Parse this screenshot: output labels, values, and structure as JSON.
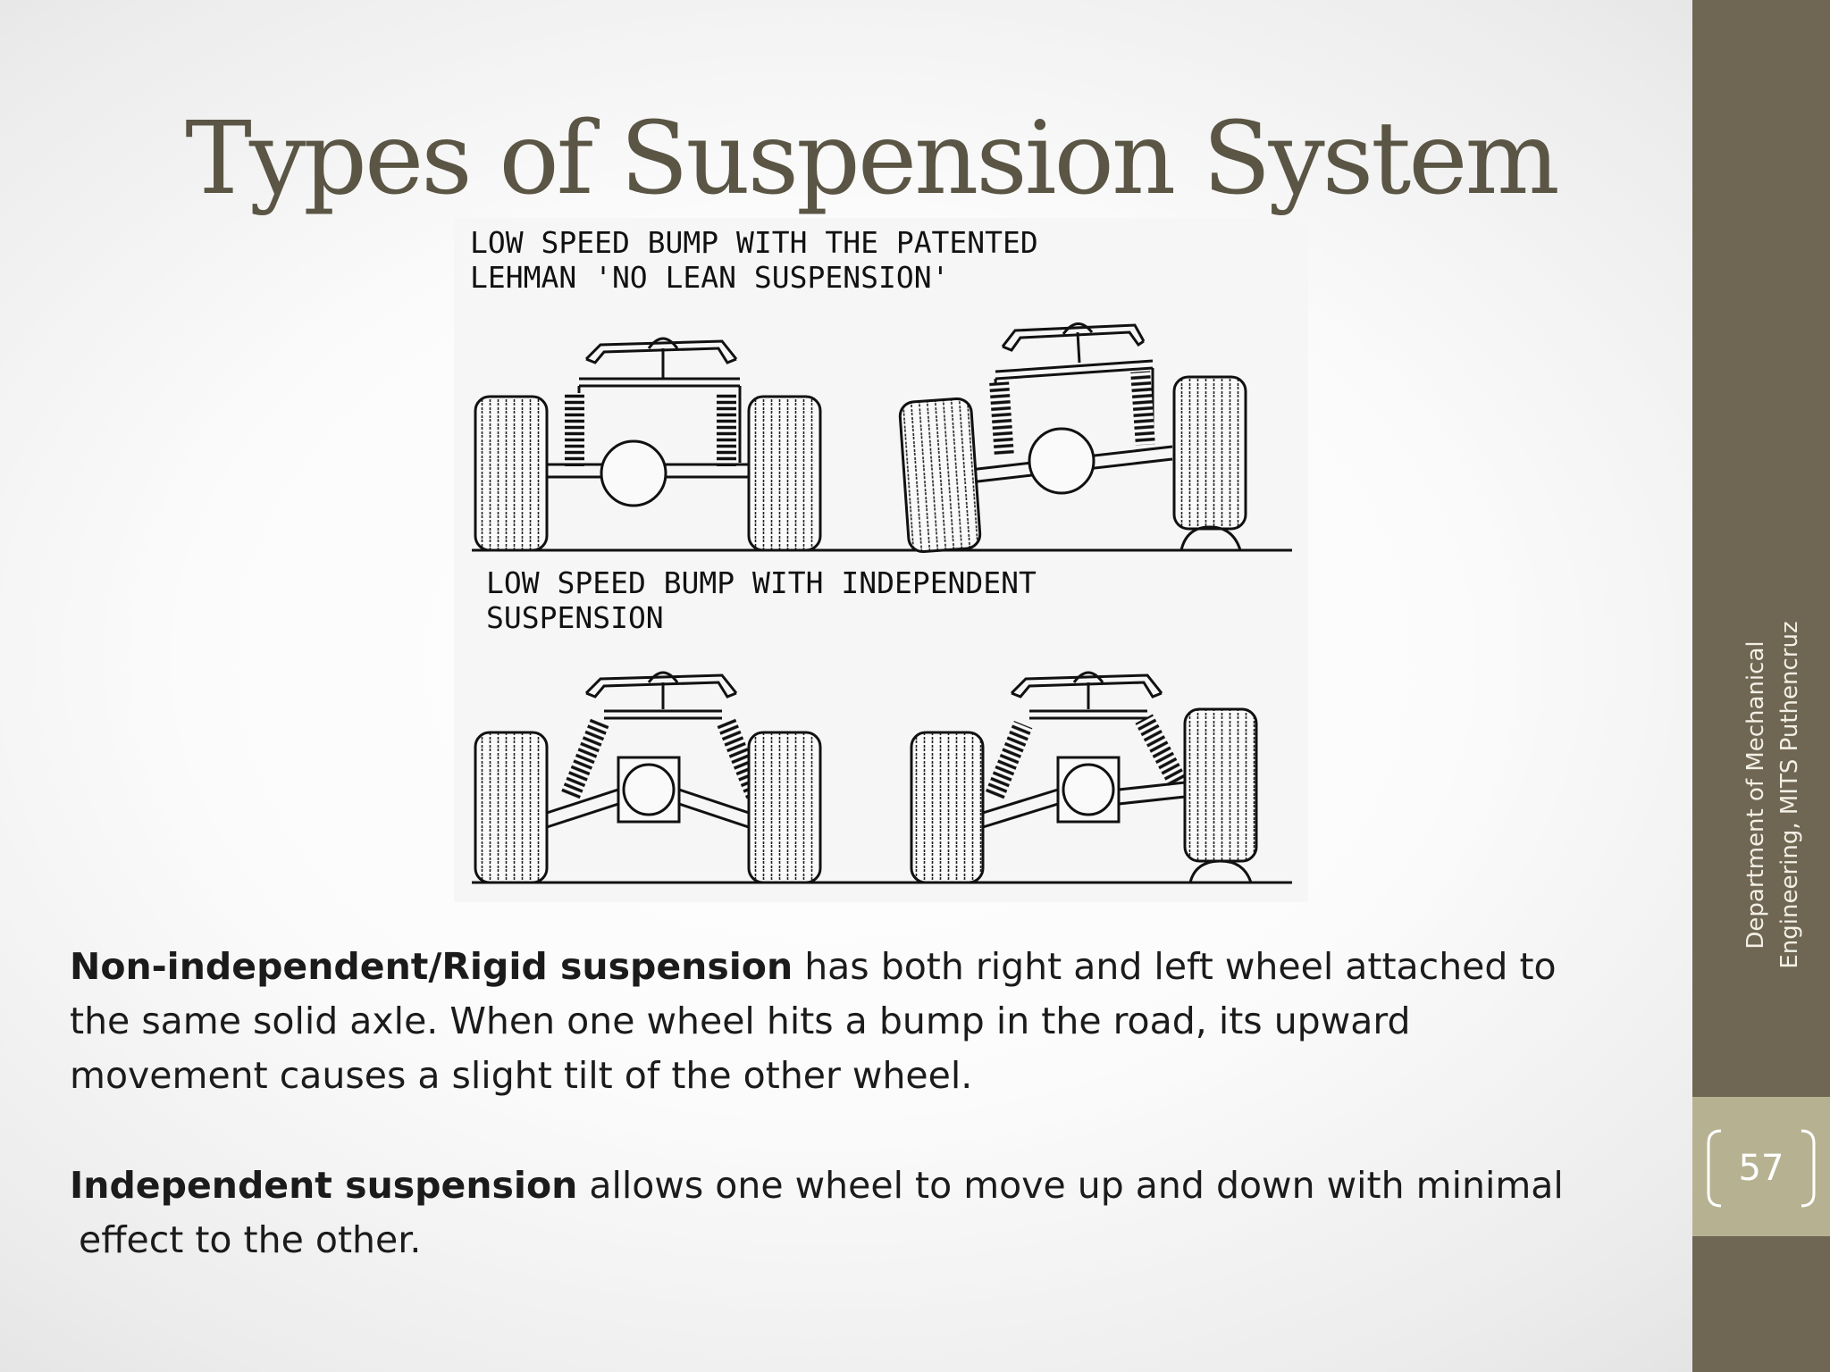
{
  "slide": {
    "title": "Types of Suspension System",
    "figure": {
      "top_caption_line1": "LOW SPEED BUMP WITH THE PATENTED",
      "top_caption_line2": "LEHMAN 'NO LEAN SUSPENSION'",
      "bottom_caption_line1": "LOW SPEED BUMP WITH INDEPENDENT",
      "bottom_caption_line2": "SUSPENSION"
    },
    "paragraph1": {
      "bold": "Non-independent/Rigid suspension",
      "rest": " has both right and left wheel attached to the same solid axle. When one wheel hits a bump in the road, its upward movement causes a slight tilt of the other wheel."
    },
    "paragraph2": {
      "bold": "Independent suspension",
      "rest_line1": " allows one wheel to move up and down with minimal",
      "rest_line2": "effect to the other."
    },
    "footer": {
      "line1": "Department of Mechanical",
      "line2": "Engineering, MITS Puthencruz"
    },
    "page_number": "57"
  },
  "colors": {
    "title": "#5a5544",
    "sidebar": "#6f6653",
    "page_box": "#b6b291"
  }
}
